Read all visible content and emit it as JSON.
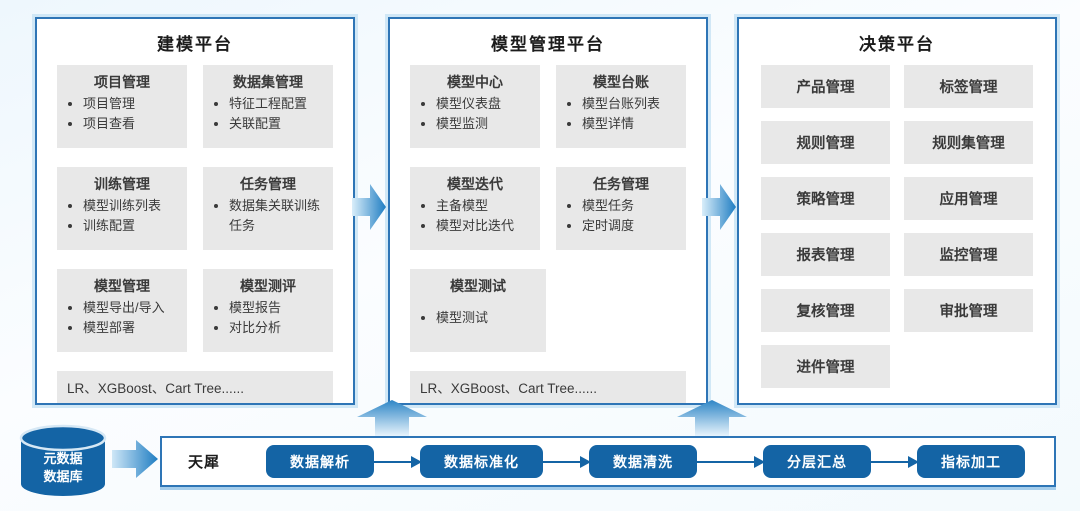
{
  "colors": {
    "panel_border": "#2e75b6",
    "card_bg": "#e8e8e8",
    "pill_bg": "#1464a5",
    "cylinder_bg": "#1464a5",
    "gradient_arrow_dark": "#1f7dc2",
    "gradient_arrow_light": "#d9eefa"
  },
  "panels": [
    {
      "title": "建模平台",
      "cards": [
        {
          "title": "项目管理",
          "items": [
            "项目管理",
            "项目查看"
          ]
        },
        {
          "title": "数据集管理",
          "items": [
            "特征工程配置",
            "关联配置"
          ]
        },
        {
          "title": "训练管理",
          "items": [
            "模型训练列表",
            "训练配置"
          ]
        },
        {
          "title": "任务管理",
          "items": [
            "数据集关联训练任务"
          ]
        },
        {
          "title": "模型管理",
          "items": [
            "模型导出/导入",
            "模型部署"
          ]
        },
        {
          "title": "模型测评",
          "items": [
            "模型报告",
            "对比分析"
          ]
        }
      ],
      "footer": "LR、XGBoost、Cart Tree......"
    },
    {
      "title": "模型管理平台",
      "cards": [
        {
          "title": "模型中心",
          "items": [
            "模型仪表盘",
            "模型监测"
          ]
        },
        {
          "title": "模型台账",
          "items": [
            "模型台账列表",
            "模型详情"
          ]
        },
        {
          "title": "模型迭代",
          "items": [
            "主备模型",
            "模型对比迭代"
          ]
        },
        {
          "title": "任务管理",
          "items": [
            "模型任务",
            "定时调度"
          ]
        },
        {
          "title": "模型测试",
          "items": [
            "模型测试"
          ]
        }
      ],
      "footer": "LR、XGBoost、Cart Tree......"
    },
    {
      "title": "决策平台",
      "tiles": [
        "产品管理",
        "标签管理",
        "规则管理",
        "规则集管理",
        "策略管理",
        "应用管理",
        "报表管理",
        "监控管理",
        "复核管理",
        "审批管理",
        "进件管理"
      ]
    }
  ],
  "pipeline": {
    "source_line1": "元数据",
    "source_line2": "数据库",
    "engine_label": "天犀",
    "stages": [
      "数据解析",
      "数据标准化",
      "数据清洗",
      "分层汇总",
      "指标加工"
    ]
  }
}
